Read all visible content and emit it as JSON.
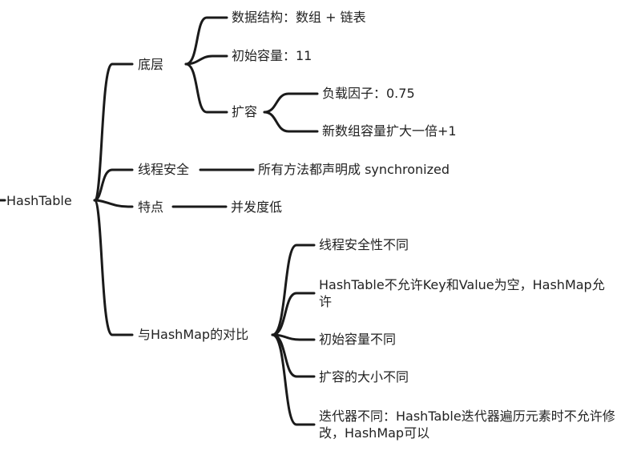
{
  "root": {
    "label": "HashTable"
  },
  "branches": [
    {
      "label": "底层",
      "children": [
        {
          "label": "数据结构：数组 + 链表"
        },
        {
          "label": "初始容量：11"
        },
        {
          "label": "扩容",
          "children": [
            {
              "label": "负载因子：0.75"
            },
            {
              "label": "新数组容量扩大一倍+1"
            }
          ]
        }
      ]
    },
    {
      "label": "线程安全",
      "children": [
        {
          "label": "所有方法都声明成 synchronized"
        }
      ]
    },
    {
      "label": "特点",
      "children": [
        {
          "label": "并发度低"
        }
      ]
    },
    {
      "label": "与HashMap的对比",
      "children": [
        {
          "label": "线程安全性不同"
        },
        {
          "label": "HashTable不允许Key和Value为空，HashMap允许"
        },
        {
          "label": "初始容量不同"
        },
        {
          "label": "扩容的大小不同"
        },
        {
          "label": "迭代器不同：HashTable迭代器遍历元素时不允许修改，HashMap可以"
        }
      ]
    }
  ]
}
